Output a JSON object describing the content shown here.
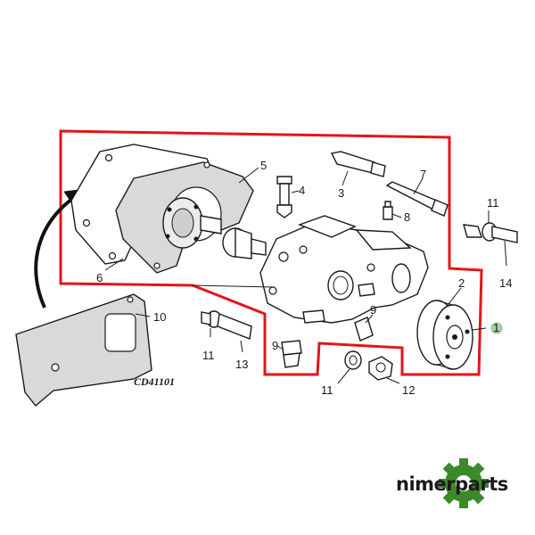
{
  "diagram": {
    "drawing_code": "CD41101",
    "callouts": {
      "c1": "1",
      "c2": "2",
      "c3": "3",
      "c4": "4",
      "c5": "5",
      "c6": "6",
      "c7": "7",
      "c8": "8",
      "c9a": "9",
      "c9b": "9",
      "c10": "10",
      "c11a": "11",
      "c11b": "11",
      "c11c": "11",
      "c12": "12",
      "c13": "13",
      "c14": "14"
    }
  },
  "watermark": {
    "text": "nimerparts"
  },
  "colors": {
    "highlight": "#e3151a",
    "brand_gear": "#3a8a2a",
    "marker": "#a8d3a8"
  }
}
